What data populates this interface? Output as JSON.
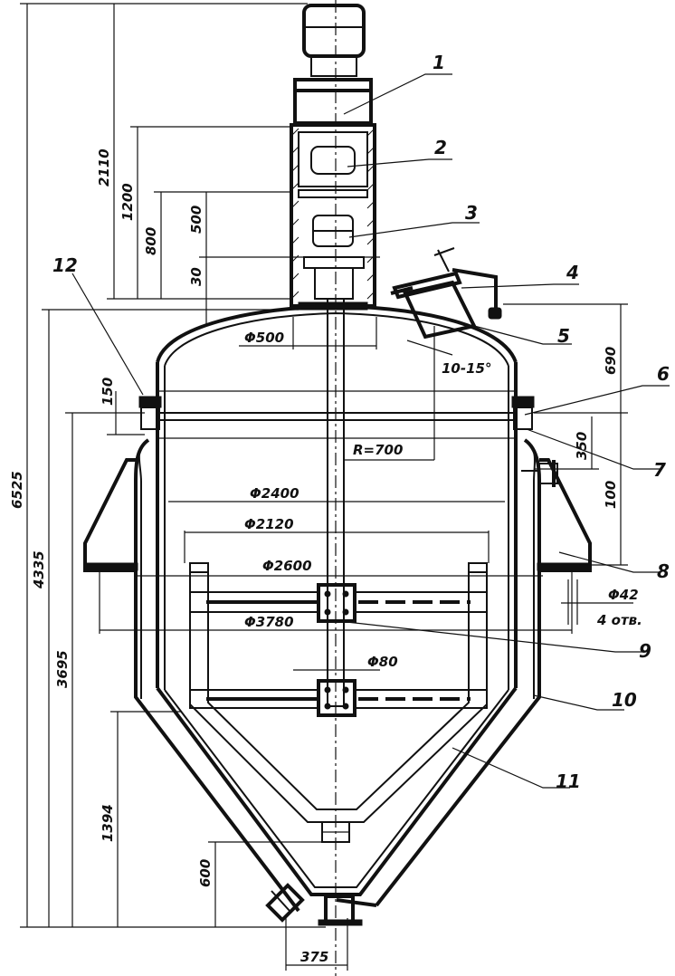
{
  "callouts": [
    "1",
    "2",
    "3",
    "4",
    "5",
    "6",
    "7",
    "8",
    "9",
    "10",
    "11",
    "12"
  ],
  "dimensions": {
    "h_6525": "6525",
    "h_4335": "4335",
    "h_3695": "3695",
    "h_2110": "2110",
    "h_1200": "1200",
    "h_800": "800",
    "h_500": "500",
    "h_30": "30",
    "h_150": "150",
    "h_690": "690",
    "h_350": "350",
    "h_100": "100",
    "h_1394": "1394",
    "h_600": "600",
    "d_500": "Φ500",
    "angle": "10-15°",
    "radius": "R=700",
    "d_2400": "Φ2400",
    "d_2120": "Φ2120",
    "d_2600": "Φ2600",
    "d_3780": "Φ3780",
    "d_80": "Φ80",
    "d_42": "Φ42",
    "holes": "4 отв.",
    "w_375": "375"
  }
}
